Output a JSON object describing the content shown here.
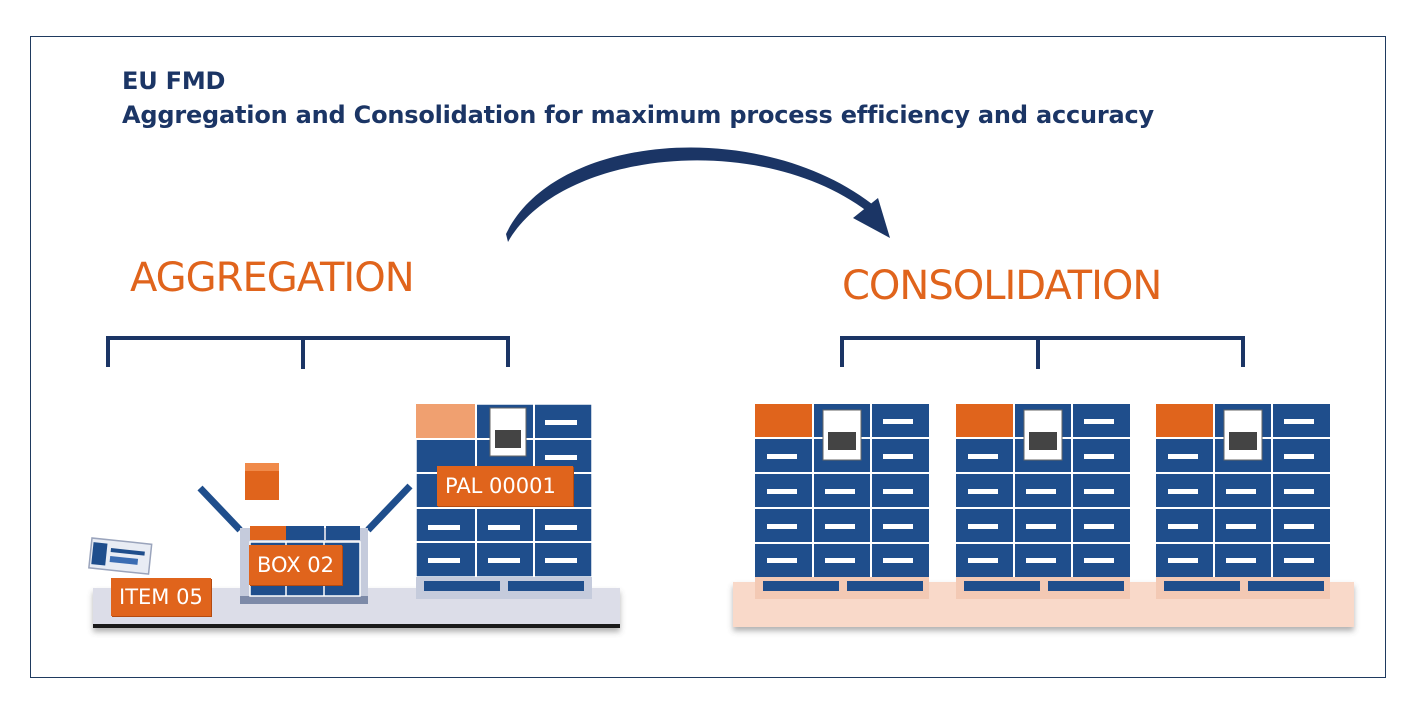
{
  "title": {
    "line1": "EU FMD",
    "line2": "Aggregation and Consolidation for maximum process efficiency and accuracy"
  },
  "aggregation": {
    "heading": "AGGREGATION",
    "labels": {
      "pallet": "PAL 00001",
      "box": "BOX 02",
      "item": "ITEM 05"
    }
  },
  "consolidation": {
    "heading": "CONSOLIDATION"
  },
  "colors": {
    "navy": "#1b3565",
    "orange": "#e0641c",
    "box_blue": "#1f4e8c",
    "floor_grey": "#dcdde8",
    "floor_peach": "#f9d9c9"
  }
}
